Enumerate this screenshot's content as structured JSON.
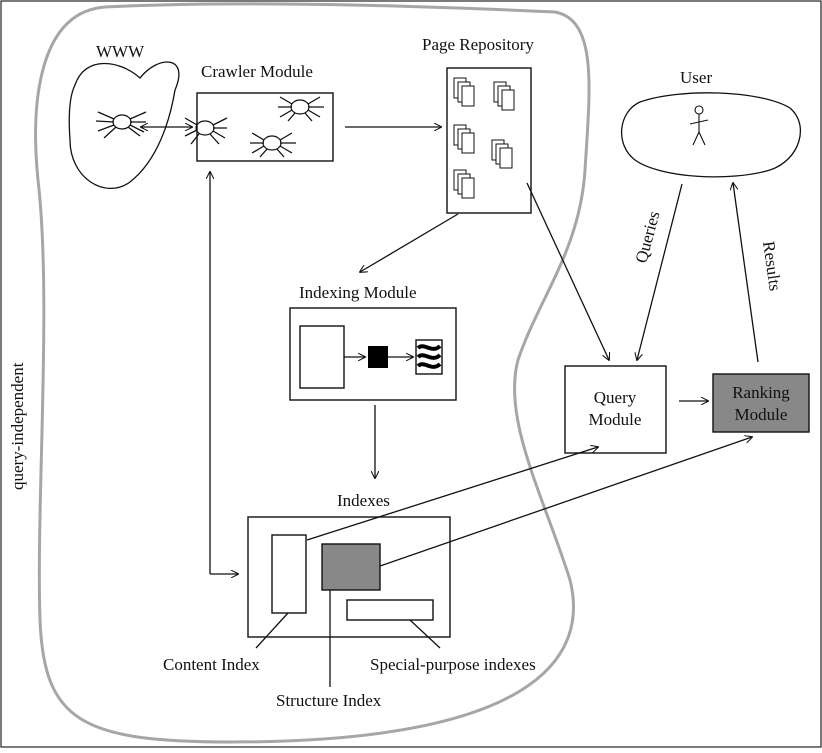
{
  "labels": {
    "www": "WWW",
    "crawler": "Crawler Module",
    "repository": "Page Repository",
    "user": "User",
    "queries": "Queries",
    "results": "Results",
    "indexing": "Indexing Module",
    "query_module_line1": "Query",
    "query_module_line2": "Module",
    "ranking_module_line1": "Ranking",
    "ranking_module_line2": "Module",
    "indexes": "Indexes",
    "content_index": "Content Index",
    "structure_index": "Structure Index",
    "special_indexes": "Special-purpose indexes",
    "query_independent": "query-independent"
  },
  "colors": {
    "grey_fill": "#888888",
    "boundary": "#a6a6a6"
  }
}
